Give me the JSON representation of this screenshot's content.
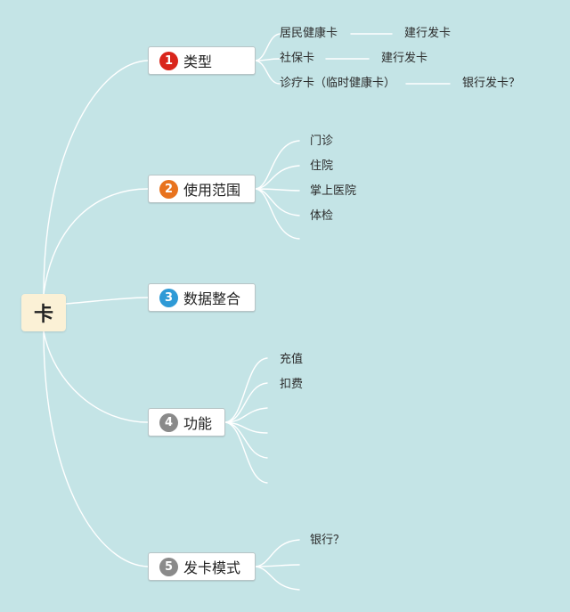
{
  "root": {
    "label": "卡"
  },
  "branches": [
    {
      "badge": "1",
      "badge_color": "#d9261c",
      "label": "类型",
      "children": [
        {
          "label": "居民健康卡",
          "child": "建行发卡"
        },
        {
          "label": "社保卡",
          "child": "建行发卡"
        },
        {
          "label": "诊疗卡（临时健康卡）",
          "child": "银行发卡？"
        }
      ]
    },
    {
      "badge": "2",
      "badge_color": "#e8731e",
      "label": "使用范围",
      "children": [
        {
          "label": "门诊"
        },
        {
          "label": "住院"
        },
        {
          "label": "掌上医院"
        },
        {
          "label": "体检"
        },
        {
          "label": ""
        }
      ]
    },
    {
      "badge": "3",
      "badge_color": "#2e9ad6",
      "label": "数据整合",
      "children": []
    },
    {
      "badge": "4",
      "badge_color": "#8a8a8a",
      "label": "功能",
      "children": [
        {
          "label": "充值"
        },
        {
          "label": "扣费"
        },
        {
          "label": ""
        },
        {
          "label": ""
        },
        {
          "label": ""
        },
        {
          "label": ""
        }
      ]
    },
    {
      "badge": "5",
      "badge_color": "#8a8a8a",
      "label": "发卡模式",
      "children": [
        {
          "label": "银行？"
        },
        {
          "label": ""
        },
        {
          "label": ""
        }
      ]
    }
  ]
}
